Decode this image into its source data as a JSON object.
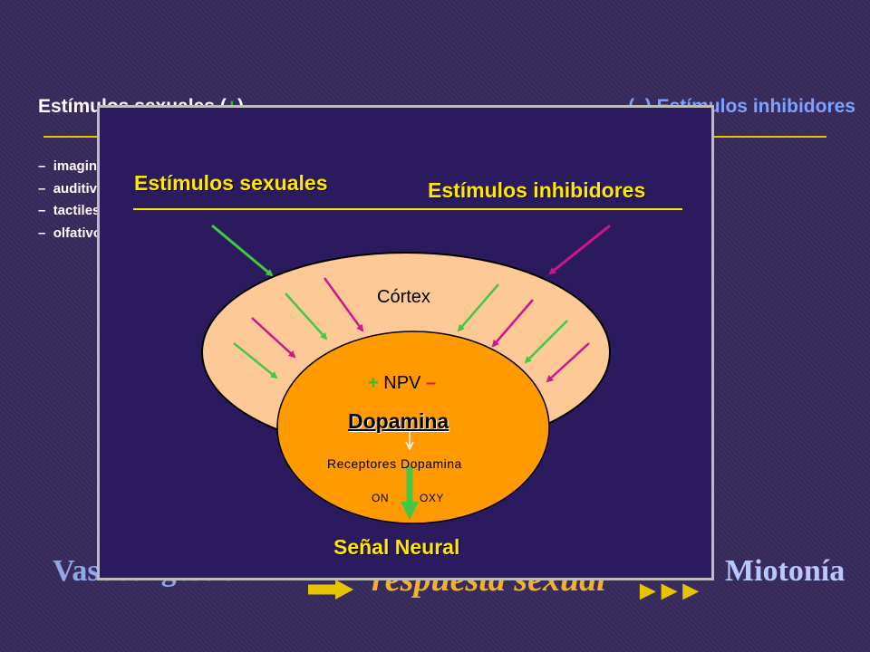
{
  "background": {
    "left_heading_pre": "Estímulos sexuales (",
    "left_heading_sign": "+",
    "left_heading_post": ")",
    "right_heading": "(–) Estímulos inhibidores",
    "list": [
      "imaginativos",
      "auditivos",
      "tactiles",
      "olfativos"
    ]
  },
  "panel": {
    "sexual_stimuli": "Estímulos sexuales",
    "inhibitory_stimuli": "Estímulos inhibidores",
    "cortex": "Córtex",
    "npv_plus": "+",
    "npv": "NPV",
    "npv_minus": "–",
    "dopamine": "Dopamina",
    "receptors": "Receptores Dopamina",
    "on": "ON",
    "oxy": "OXY",
    "neural_signal": "Señal Neural"
  },
  "bottom": {
    "left": "Vasocongestión",
    "center": "respuesta sexual",
    "right": "Miotonía"
  },
  "colors": {
    "background": "#372a5c",
    "panel": "#2c1a5e",
    "cortex": "#fdc996",
    "nucleus": "#ff9a00",
    "excitatory": "#44c844",
    "inhibitory": "#d0148c",
    "title_yellow": "#ffe800"
  }
}
